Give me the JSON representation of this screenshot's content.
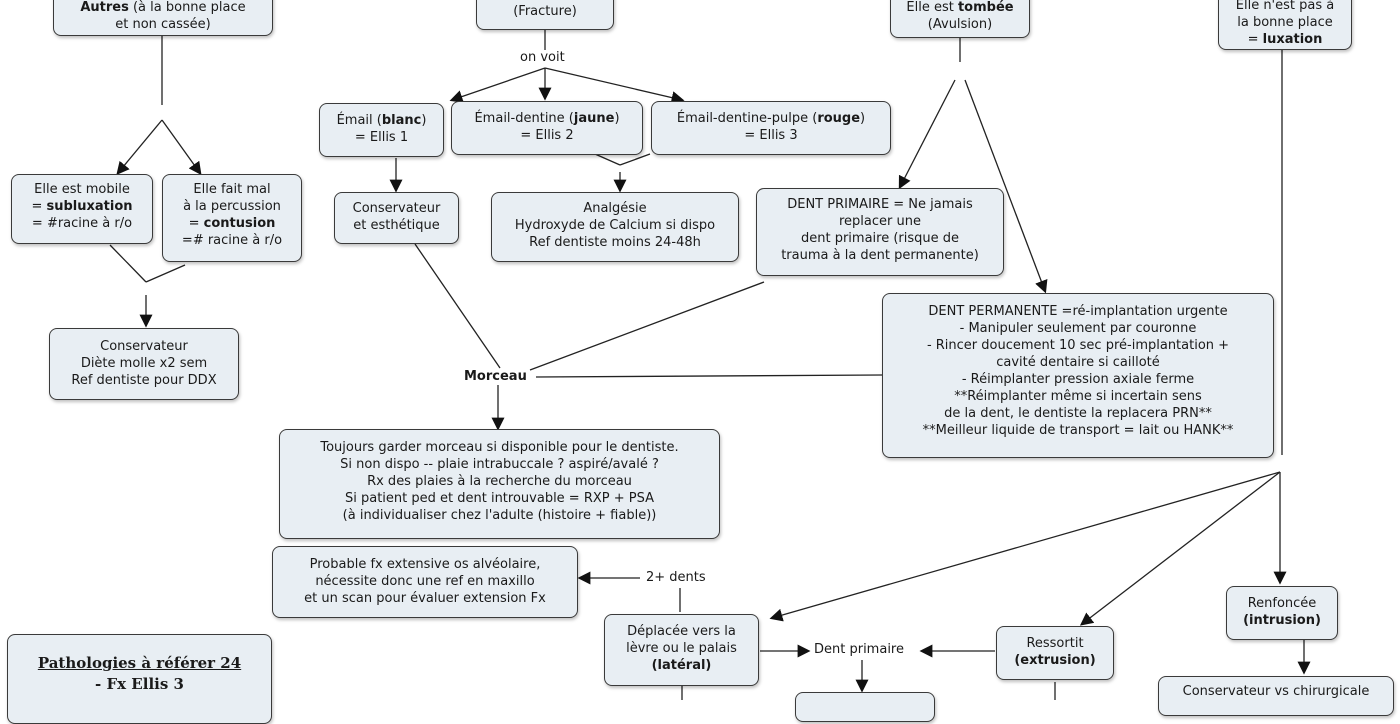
{
  "nodes": {
    "autres": {
      "l1_b": "Autres",
      "l1_rest": " (à la bonne place",
      "l2": "et non cassée)"
    },
    "fracture": {
      "l1": "(Fracture)"
    },
    "tombee": {
      "l1_pre": "Elle est ",
      "l1_b": "tombée",
      "l2": "(Avulsion)"
    },
    "pas_place": {
      "l1": "Elle n'est pas à",
      "l2": "la bonne place",
      "l3_pre": "= ",
      "l3_b": "luxation"
    },
    "email": {
      "l1_pre": "Émail (",
      "l1_b": "blanc",
      "l1_post": ")",
      "l2": "= Ellis 1"
    },
    "email_dentine": {
      "l1_pre": "Émail-dentine (",
      "l1_b": "jaune",
      "l1_post": ")",
      "l2": "= Ellis 2"
    },
    "email_pulpe": {
      "l1_pre": "Émail-dentine-pulpe (",
      "l1_b": "rouge",
      "l1_post": ")",
      "l2": "= Ellis 3"
    },
    "mobile": {
      "l1": "Elle est mobile",
      "l2_pre": "= ",
      "l2_b": "subluxation",
      "l3": "= #racine à r/o"
    },
    "mal": {
      "l1": "Elle fait mal",
      "l2": "à la percussion",
      "l3_pre": "= ",
      "l3_b": "contusion",
      "l4": "=# racine à r/o"
    },
    "conservateur_esth": {
      "l1": "Conservateur",
      "l2": "et esthétique"
    },
    "analgesie": {
      "l1": "Analgésie",
      "l2": "Hydroxyde de Calcium si dispo",
      "l3": "Ref dentiste moins 24-48h"
    },
    "dent_primaire": {
      "l1": "DENT PRIMAIRE = Ne jamais",
      "l2": "replacer une",
      "l3": "dent primaire (risque de",
      "l4": "trauma à la dent permanente)"
    },
    "conservateur_diete": {
      "l1": "Conservateur",
      "l2": "Diète molle x2 sem",
      "l3": "Ref dentiste pour DDX"
    },
    "dent_permanente": {
      "l1": "DENT PERMANENTE =ré-implantation urgente",
      "l2": "- Manipuler seulement par couronne",
      "l3": "- Rincer doucement 10 sec pré-implantation +",
      "l4": "cavité dentaire si cailloté",
      "l5": "- Réimplanter pression axiale ferme",
      "l6": "**Réimplanter même si incertain sens",
      "l7": "de la dent, le dentiste la replacera PRN**",
      "l8": "**Meilleur liquide de transport = lait ou HANK**"
    },
    "toujours": {
      "l1": "Toujours garder morceau si disponible pour le dentiste.",
      "l2": "Si non dispo -- plaie intrabuccale ? aspiré/avalé ?",
      "l3": "Rx des plaies à la recherche du morceau",
      "l4": "Si patient ped et dent introuvable = RXP + PSA",
      "l5": "(à individualiser chez l'adulte (histoire + fiable))"
    },
    "probable": {
      "l1": "Probable fx extensive os alvéolaire,",
      "l2": "nécessite donc une ref en maxillo",
      "l3": "et un scan pour évaluer extension Fx"
    },
    "deplacee": {
      "l1": "Déplacée vers la",
      "l2": "lèvre ou le palais",
      "l3_b": "(latéral)"
    },
    "ressortit": {
      "l1": "Ressortit",
      "l2_b": "(extrusion)"
    },
    "renfoncee": {
      "l1": "Renfoncée",
      "l2_b": "(intrusion)"
    },
    "conservateur_chir": {
      "l1": "Conservateur vs chirurgicale"
    },
    "pathologies": {
      "l1": "Pathologies à référer 24",
      "l2": "- Fx Ellis 3"
    }
  },
  "labels": {
    "on_voit": "on voit",
    "morceau": "Morceau",
    "deux_dents": "2+ dents",
    "dent_primaire": "Dent primaire"
  }
}
